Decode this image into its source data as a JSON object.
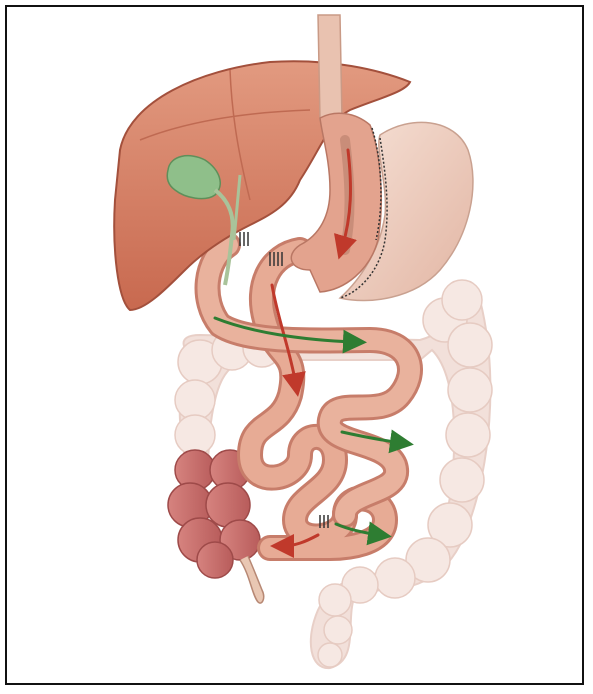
{
  "figure": {
    "labels": [],
    "colors": {
      "liver": "#d9846a",
      "liver_dark": "#b45c46",
      "gallbladder": "#8fbf8a",
      "bile_duct": "#a9c39a",
      "stomach_remnant": "#efcfc0",
      "gastric_pouch": "#e3a38e",
      "small_intestine": "#e7ab95",
      "small_intestine_edge": "#c77d6a",
      "colon": "#f2e0da",
      "cecum": "#c46a68",
      "food_flow_arrow": "#c0392b",
      "bile_flow_arrow": "#2e7d32",
      "staple_line": "#333333",
      "border": "#111111"
    },
    "arrows": [
      {
        "name": "food-path-pouch",
        "color_key": "food_flow_arrow"
      },
      {
        "name": "food-path-roux-limb",
        "color_key": "food_flow_arrow"
      },
      {
        "name": "food-path-common-channel",
        "color_key": "food_flow_arrow"
      },
      {
        "name": "bile-path-biliopancreatic-limb",
        "color_key": "bile_flow_arrow"
      },
      {
        "name": "bile-path-loop-1",
        "color_key": "bile_flow_arrow"
      },
      {
        "name": "bile-path-loop-2",
        "color_key": "bile_flow_arrow"
      }
    ]
  }
}
